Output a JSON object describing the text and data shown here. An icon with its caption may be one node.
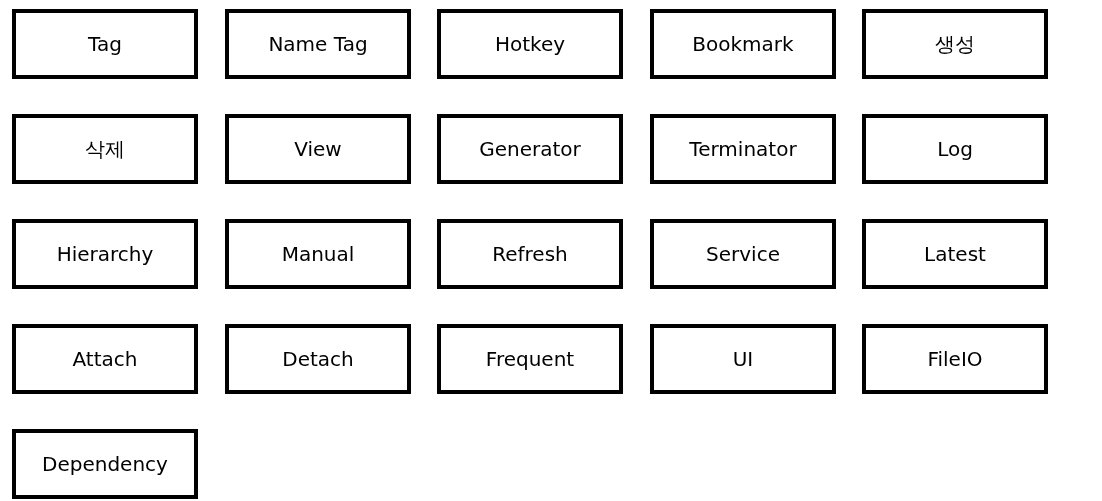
{
  "diagram": {
    "nodes": [
      {
        "text": [
          "Tag"
        ]
      },
      {
        "text": [
          "Name Tag"
        ]
      },
      {
        "text": [
          "Hotkey"
        ]
      },
      {
        "text": [
          "Bookmark"
        ]
      },
      {
        "text": [
          "생성"
        ]
      },
      {
        "text": [
          "삭제"
        ]
      },
      {
        "text": [
          "View"
        ]
      },
      {
        "text": [
          "Generator"
        ]
      },
      {
        "text": [
          "Terminator"
        ]
      },
      {
        "text": [
          "Log"
        ]
      },
      {
        "text": [
          "Hierarchy"
        ]
      },
      {
        "text": [
          "Manual"
        ]
      },
      {
        "text": [
          "Refresh"
        ]
      },
      {
        "text": [
          "Service"
        ]
      },
      {
        "text": [
          "Latest"
        ]
      },
      {
        "text": [
          "Attach"
        ]
      },
      {
        "text": [
          "Detach"
        ]
      },
      {
        "text": [
          "Frequent"
        ]
      },
      {
        "text": [
          "UI"
        ]
      },
      {
        "text": [
          "FileIO"
        ]
      },
      {
        "text": [
          "Dependency"
        ]
      }
    ]
  }
}
